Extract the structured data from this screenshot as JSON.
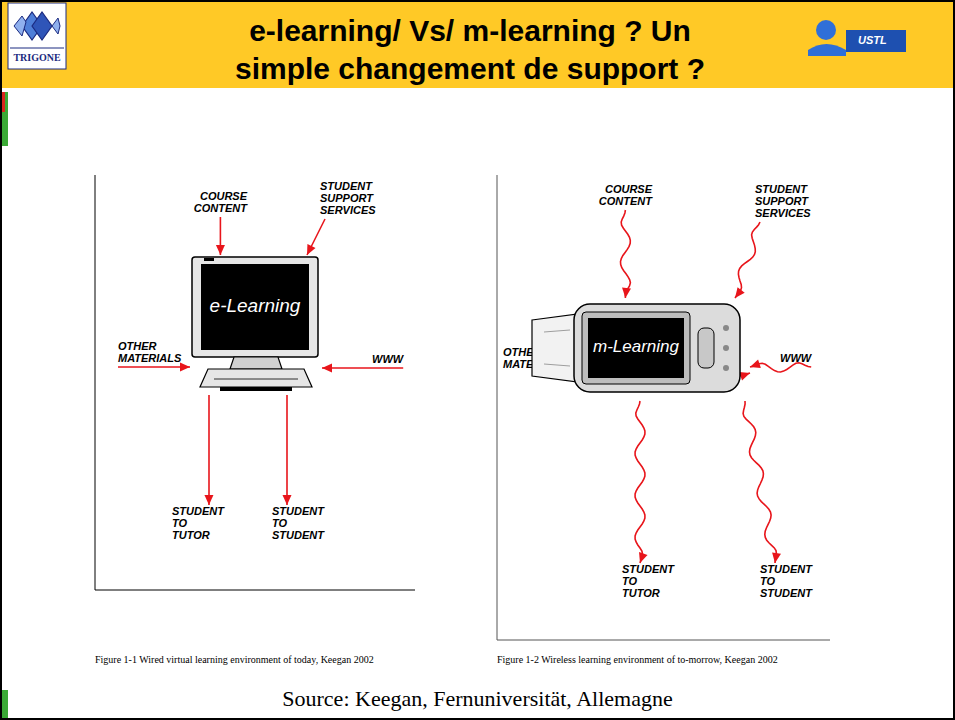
{
  "diagram": {
    "title": "e-learning/ Vs/ m-learning ? Un simple changement de support ?",
    "caption": "Source: Keegan, Fernuniversität, Allemagne",
    "nodes": [
      {
        "text": [
          "COURSE CONTENT"
        ]
      },
      {
        "text": [
          "STUDENT SUPPORT SERVICES"
        ]
      },
      {
        "text": [
          "OTHER MATERIALS"
        ]
      },
      {
        "text": [
          "e-Learning"
        ]
      },
      {
        "text": [
          "WWW"
        ]
      },
      {
        "text": [
          "STUDENT TO TUTOR"
        ]
      },
      {
        "text": [
          "STUDENT TO STUDENT"
        ]
      },
      {
        "text": [
          "COURSE CONTENT"
        ]
      },
      {
        "text": [
          "STUDENT SUPPORT SERVICES"
        ]
      },
      {
        "text": [
          "OTHER MATERIALS"
        ]
      },
      {
        "text": [
          "m-Learning"
        ]
      },
      {
        "text": [
          "WWW"
        ]
      },
      {
        "text": [
          "STUDENT TO TUTOR"
        ]
      },
      {
        "text": [
          "STUDENT TO STUDENT"
        ]
      }
    ],
    "edges": [
      {
        "from": 0,
        "to": 3,
        "arrow": "to"
      },
      {
        "from": 1,
        "to": 3,
        "arrow": "to"
      },
      {
        "from": 2,
        "to": 3,
        "arrow": "to"
      },
      {
        "from": 4,
        "to": 3,
        "arrow": "to"
      },
      {
        "from": 3,
        "to": 5,
        "arrow": "to"
      },
      {
        "from": 3,
        "to": 6,
        "arrow": "to"
      },
      {
        "from": 7,
        "to": 10,
        "arrow": "to"
      },
      {
        "from": 8,
        "to": 10,
        "arrow": "to"
      },
      {
        "from": 9,
        "to": 10,
        "arrow": "to"
      },
      {
        "from": 11,
        "to": 10,
        "arrow": "to"
      },
      {
        "from": 10,
        "to": 12,
        "arrow": "to"
      },
      {
        "from": 10,
        "to": 13,
        "arrow": "to"
      }
    ],
    "labels": [
      "TRIGONE",
      "USTL",
      "Figure 1-1 Wired virtual learning environment of today, Keegan 2002",
      "Figure 1-2 Wireless learning environment of to-morrow, Keegan 2002"
    ]
  }
}
